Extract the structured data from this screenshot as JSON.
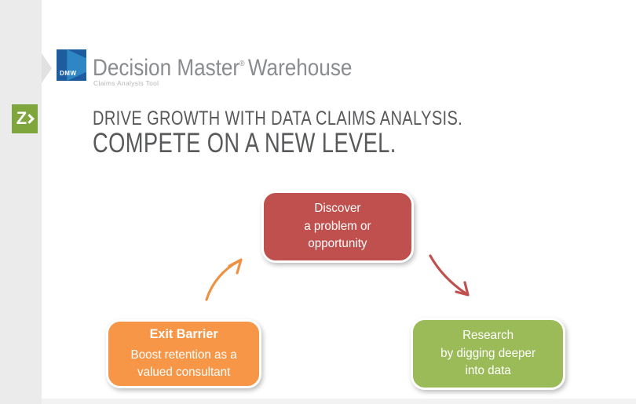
{
  "page": {
    "background": "#ffffff",
    "sidebar_color": "#ebebeb",
    "sidebar_chevron_color": "#e1e1e1"
  },
  "brand": {
    "dmw_logo": {
      "text": "DMW",
      "base_color": "#1d5c9e",
      "chevron_color": "#2f86c5"
    },
    "product_name": "Decision Master",
    "registered_mark": "®",
    "product_suffix": "Warehouse",
    "product_name_color": "#8a8c8f",
    "tagline": "Claims Analysis Tool",
    "tagline_color": "#b5b7b9"
  },
  "zywave_logo": {
    "letter": "Z",
    "color": "#7fa63c"
  },
  "headline": {
    "line1": "DRIVE GROWTH WITH DATA CLAIMS ANALYSIS.",
    "line2": "COMPETE ON A NEW LEVEL.",
    "color": "#58595b"
  },
  "diagram": {
    "nodes": [
      {
        "id": "discover",
        "color": "#c0504d",
        "lines": [
          "Discover",
          "a problem or",
          "opportunity"
        ]
      },
      {
        "id": "exit-barrier",
        "color": "#f79646",
        "title": "Exit Barrier",
        "lines": [
          "Boost retention as a",
          "valued consultant"
        ]
      },
      {
        "id": "research",
        "color": "#9bbb59",
        "lines": [
          "Research",
          "by digging deeper",
          "into data"
        ]
      }
    ],
    "arrows": [
      {
        "from": "exit-barrier",
        "to": "discover",
        "color": "#ef9143"
      },
      {
        "from": "discover",
        "to": "research",
        "color": "#c0504d"
      }
    ]
  }
}
